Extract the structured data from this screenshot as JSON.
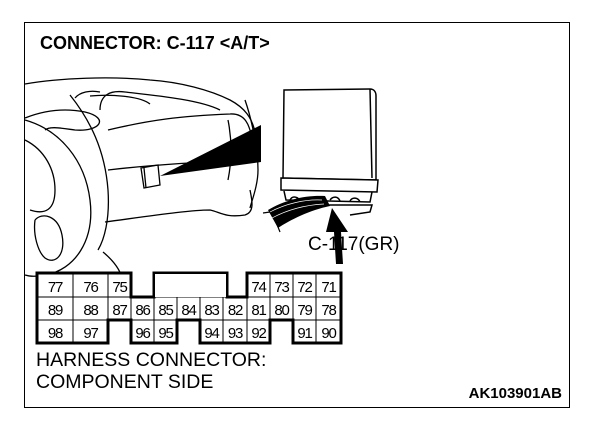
{
  "title": "CONNECTOR: C-117 <A/T>",
  "callout_label": "C-117(GR)",
  "harness_label_line1": "HARNESS CONNECTOR:",
  "harness_label_line2": "COMPONENT SIDE",
  "figure_code": "AK103901AB",
  "illustration": {
    "description": "Dashboard (instrument panel) with steering wheel, pointer to A/T control unit with connector",
    "icons": [
      "dashboard-drawing",
      "control-unit-drawing",
      "pointer-arrow"
    ]
  },
  "connector": {
    "rows": [
      [
        {
          "pin": "77",
          "col": 0
        },
        {
          "pin": "76",
          "col": 1
        },
        {
          "pin": "75",
          "col": 2
        },
        {
          "pin": "74",
          "col": 8
        },
        {
          "pin": "73",
          "col": 9
        },
        {
          "pin": "72",
          "col": 10
        },
        {
          "pin": "71",
          "col": 11
        }
      ],
      [
        {
          "pin": "89",
          "col": 0
        },
        {
          "pin": "88",
          "col": 1
        },
        {
          "pin": "87",
          "col": 2
        },
        {
          "pin": "86",
          "col": 3
        },
        {
          "pin": "85",
          "col": 4
        },
        {
          "pin": "84",
          "col": 5
        },
        {
          "pin": "83",
          "col": 6
        },
        {
          "pin": "82",
          "col": 7
        },
        {
          "pin": "81",
          "col": 8
        },
        {
          "pin": "80",
          "col": 9
        },
        {
          "pin": "79",
          "col": 10
        },
        {
          "pin": "78",
          "col": 11
        }
      ],
      [
        {
          "pin": "98",
          "col": 0
        },
        {
          "pin": "97",
          "col": 1
        },
        {
          "pin": "96",
          "col": 3
        },
        {
          "pin": "95",
          "col": 4
        },
        {
          "pin": "94",
          "col": 6
        },
        {
          "pin": "93",
          "col": 7
        },
        {
          "pin": "92",
          "col": 8
        },
        {
          "pin": "91",
          "col": 10
        },
        {
          "pin": "90",
          "col": 11
        }
      ]
    ]
  }
}
